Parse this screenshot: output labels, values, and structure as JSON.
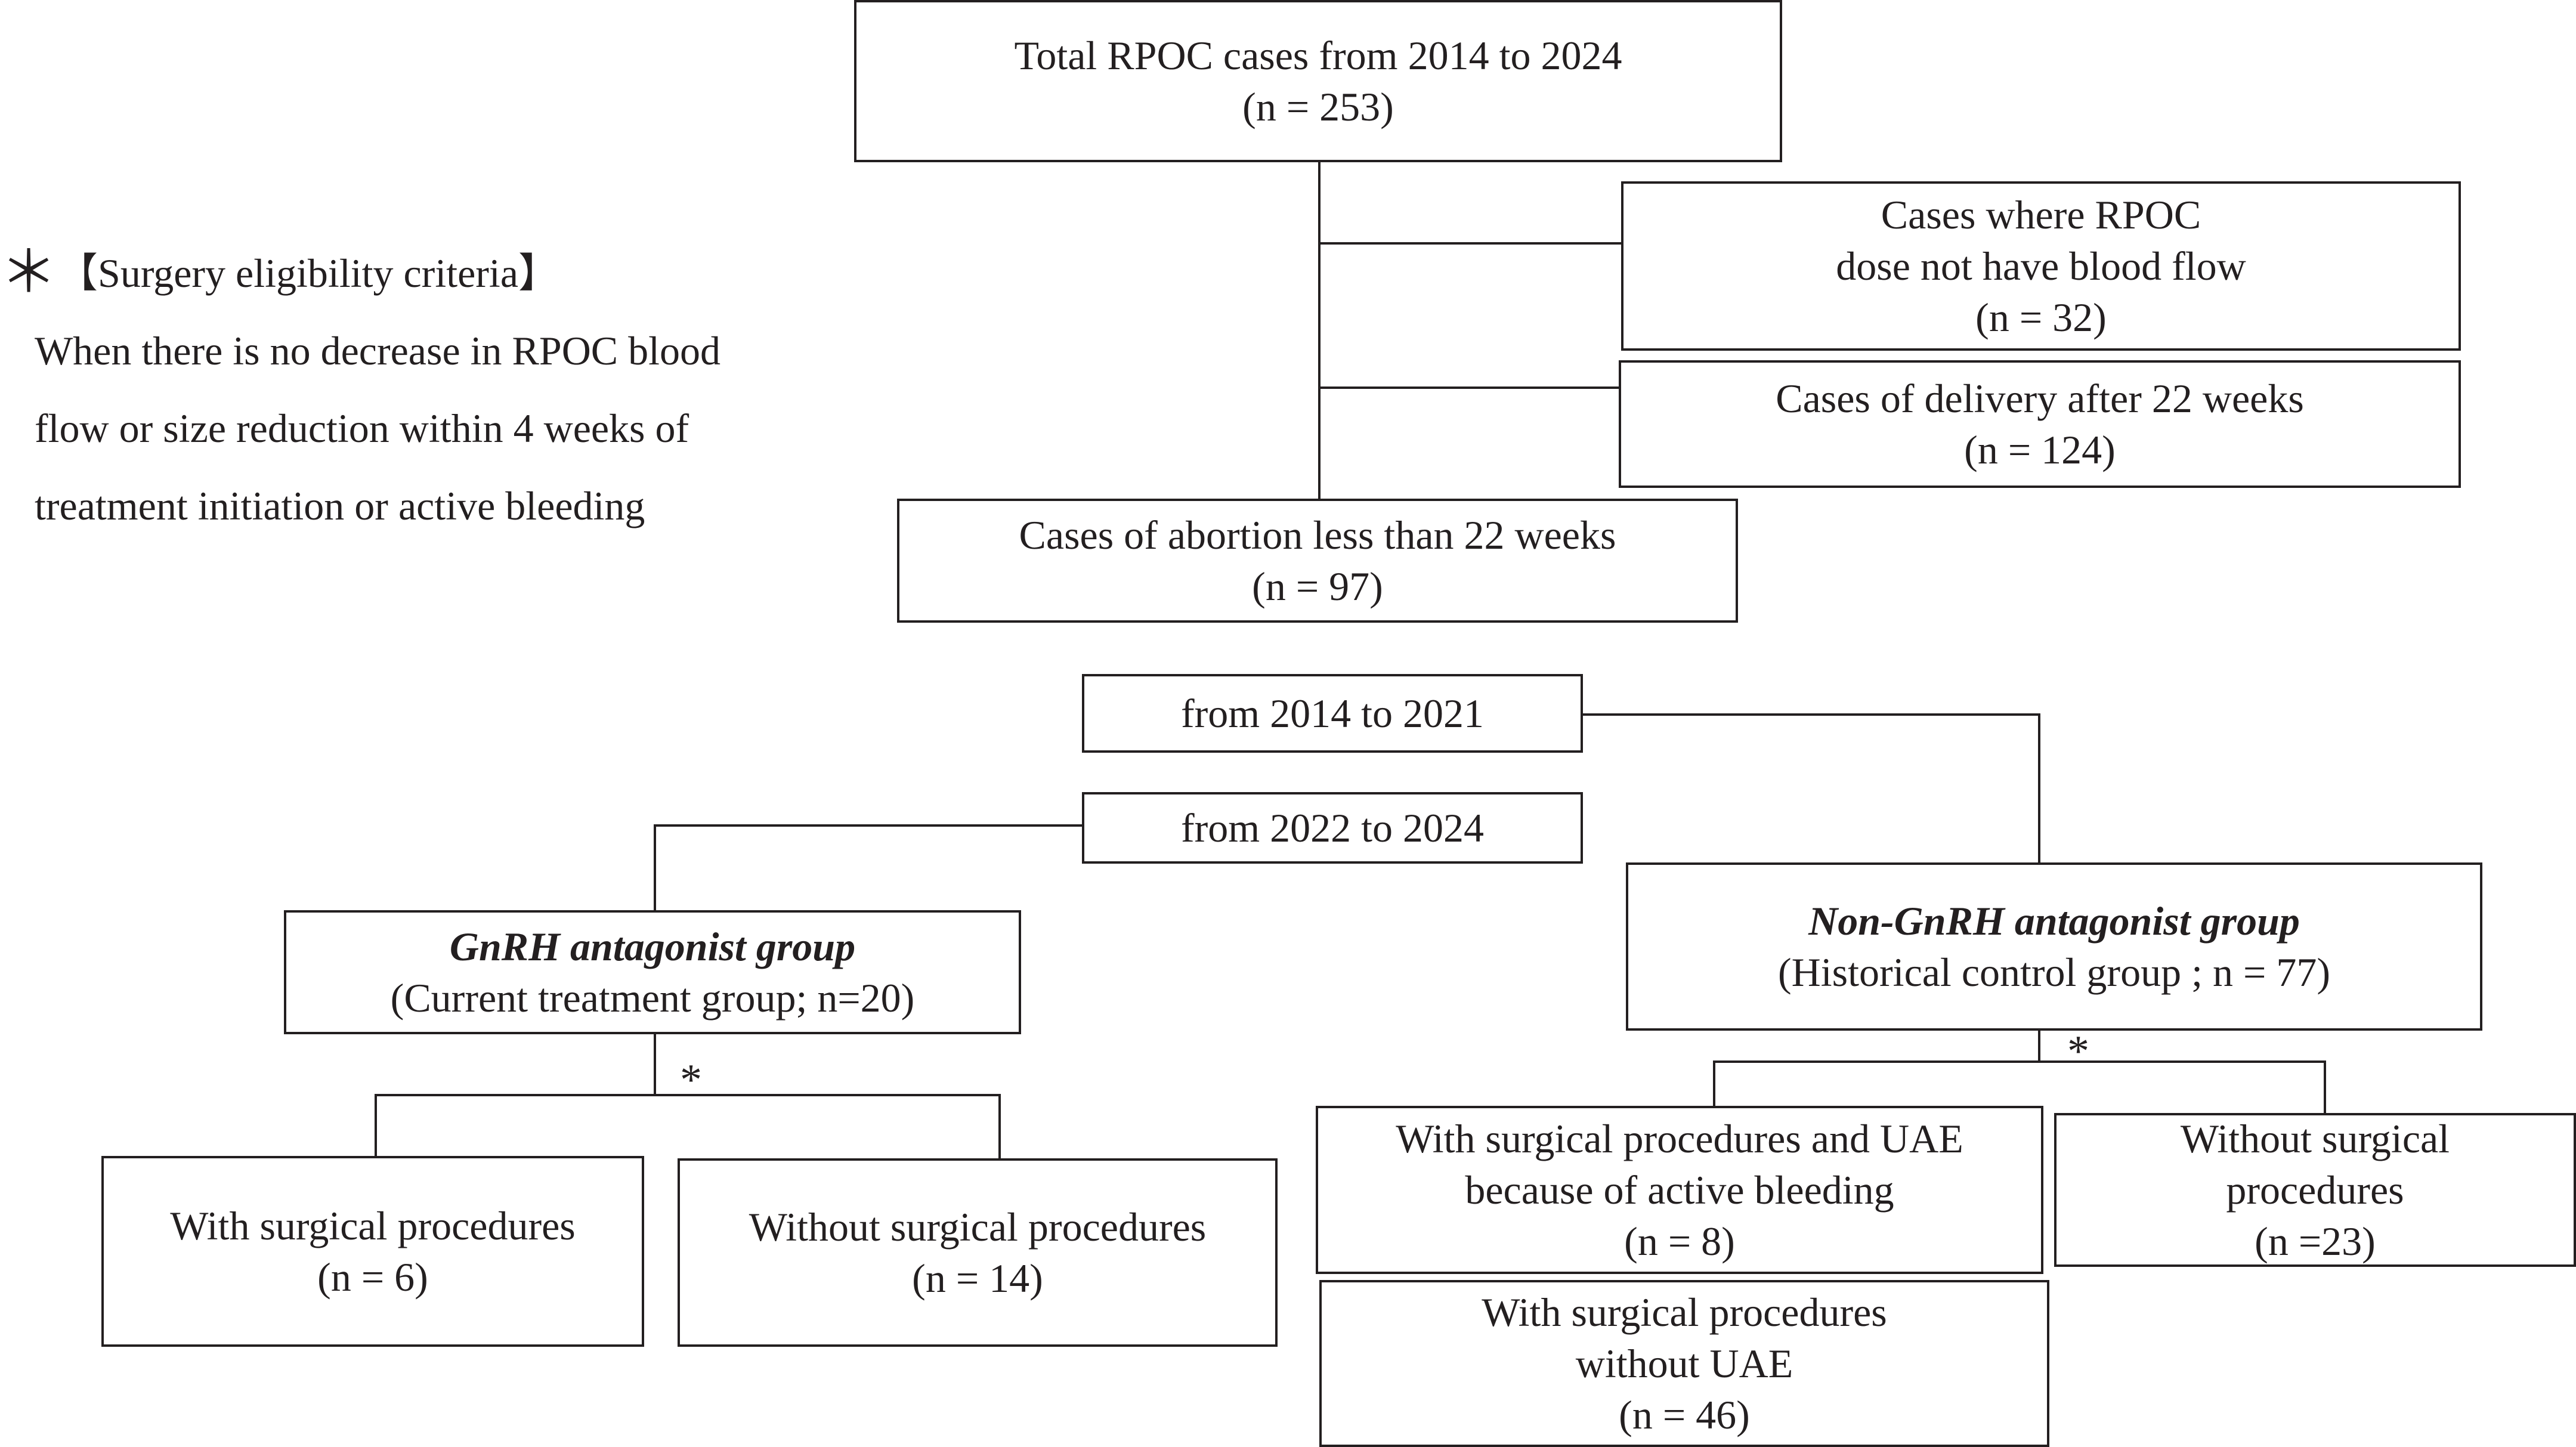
{
  "criteria": {
    "mark": "＊",
    "title": "【Surgery eligibility criteria】",
    "lines": [
      "When there is no decrease in RPOC blood",
      "flow or size reduction within 4 weeks of",
      "treatment initiation or active bleeding"
    ]
  },
  "boxes": {
    "total": {
      "line1": "Total RPOC cases from 2014 to 2024",
      "line2": "(n = 253)"
    },
    "no_flow": {
      "line1": "Cases where RPOC",
      "line2": "dose not have blood flow",
      "line3": "(n = 32)"
    },
    "delivery": {
      "line1": "Cases of delivery after 22 weeks",
      "line2": "(n = 124)"
    },
    "abortion": {
      "line1": "Cases of abortion less than 22 weeks",
      "line2": "(n = 97)"
    },
    "period_2014": {
      "line1": "from 2014 to 2021"
    },
    "period_2022": {
      "line1": "from 2022 to 2024"
    },
    "gnrh": {
      "line1": "GnRH antagonist group",
      "line2": "(Current treatment group; n=20)"
    },
    "non_gnrh": {
      "line1": "Non-GnRH antagonist group",
      "line2": "(Historical control group ; n = 77)"
    },
    "gnrh_surgical": {
      "line1": "With surgical procedures",
      "line2": "(n = 6)"
    },
    "gnrh_no_surgical": {
      "line1": "Without surgical procedures",
      "line2": "(n = 14)"
    },
    "non_surgical_uae": {
      "line1": "With surgical procedures and UAE",
      "line2": "because of active bleeding",
      "line3": "(n = 8)"
    },
    "non_no_surgical": {
      "line1": "Without surgical",
      "line2": "procedures",
      "line3": "(n =23)"
    },
    "non_surgical_no_uae": {
      "line1": "With surgical procedures",
      "line2": "without UAE",
      "line3": "(n = 46)"
    }
  },
  "markers": {
    "gnrh_split": "*",
    "non_gnrh_split": "*"
  }
}
